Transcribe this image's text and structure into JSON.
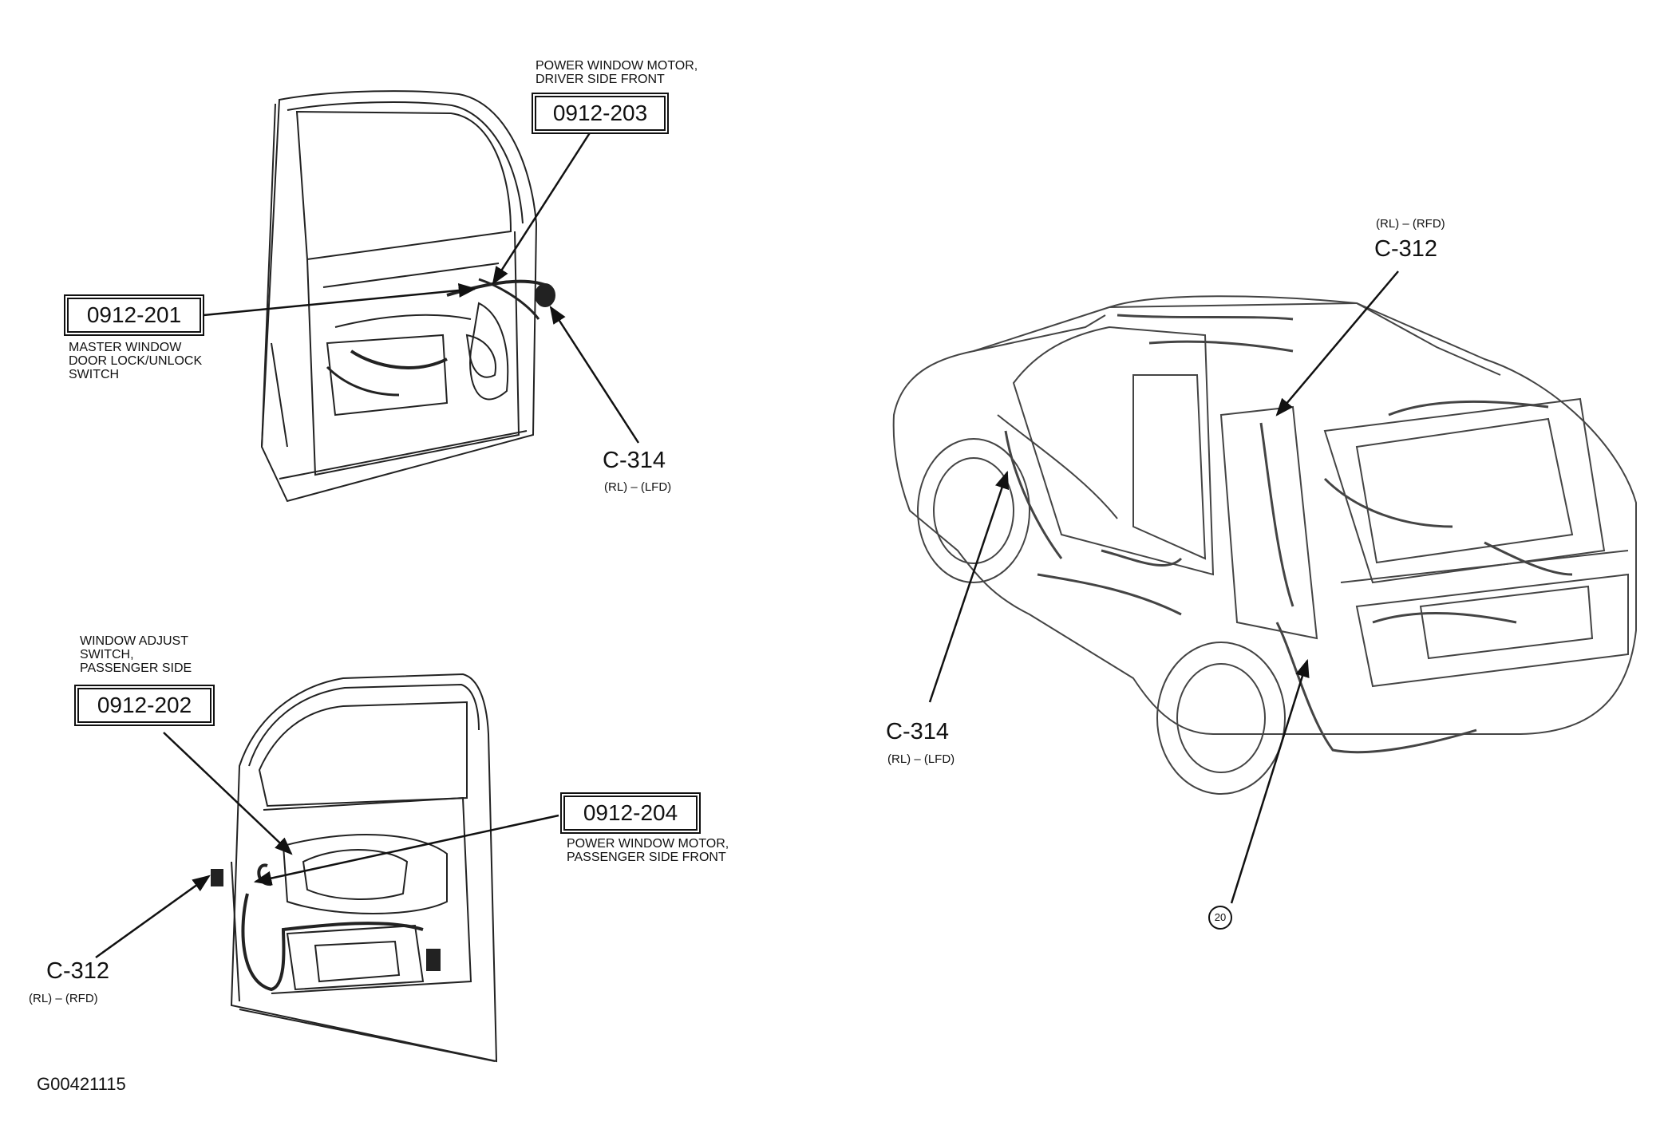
{
  "figure_id": "G00421115",
  "front_driver_door": {
    "motor_label": "POWER WINDOW MOTOR,\nDRIVER SIDE FRONT",
    "motor_code": "0912-203",
    "switch_code": "0912-201",
    "switch_label": "MASTER WINDOW\nDOOR LOCK/UNLOCK\nSWITCH",
    "connector": "C-314",
    "connector_sub": "(RL) – (LFD)"
  },
  "front_passenger_door": {
    "switch_label": "WINDOW ADJUST\nSWITCH,\nPASSENGER SIDE",
    "switch_code": "0912-202",
    "motor_code": "0912-204",
    "motor_label": "POWER WINDOW MOTOR,\nPASSENGER SIDE FRONT",
    "connector": "C-312",
    "connector_sub": "(RL) – (RFD)"
  },
  "vehicle": {
    "connector_top_sub": "(RL) – (RFD)",
    "connector_top": "C-312",
    "connector_left": "C-314",
    "connector_left_sub": "(RL) – (LFD)",
    "callout": "20"
  }
}
